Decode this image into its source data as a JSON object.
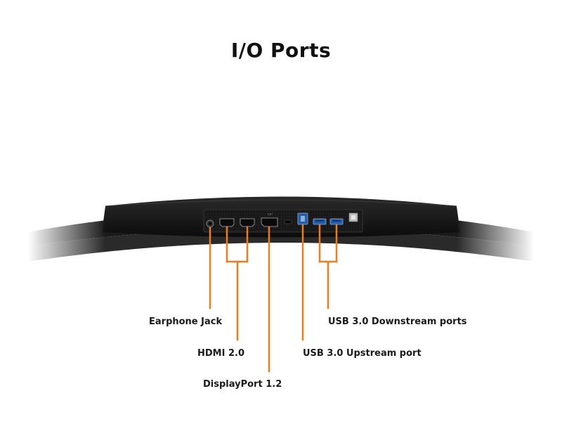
{
  "title": "I/O Ports",
  "accent_color": "#f07c1e",
  "ports": [
    {
      "id": "earphone",
      "label": "Earphone Jack",
      "icon": "audio-jack-icon"
    },
    {
      "id": "hdmi",
      "label": "HDMI 2.0",
      "icon": "hdmi-port-icon"
    },
    {
      "id": "displayport",
      "label": "DisplayPort 1.2",
      "icon": "displayport-icon"
    },
    {
      "id": "usb_up",
      "label": "USB 3.0 Upstream port",
      "icon": "usb-b-port-icon"
    },
    {
      "id": "usb_down",
      "label": "USB 3.0 Downstream ports",
      "icon": "usb-a-port-icon"
    }
  ]
}
